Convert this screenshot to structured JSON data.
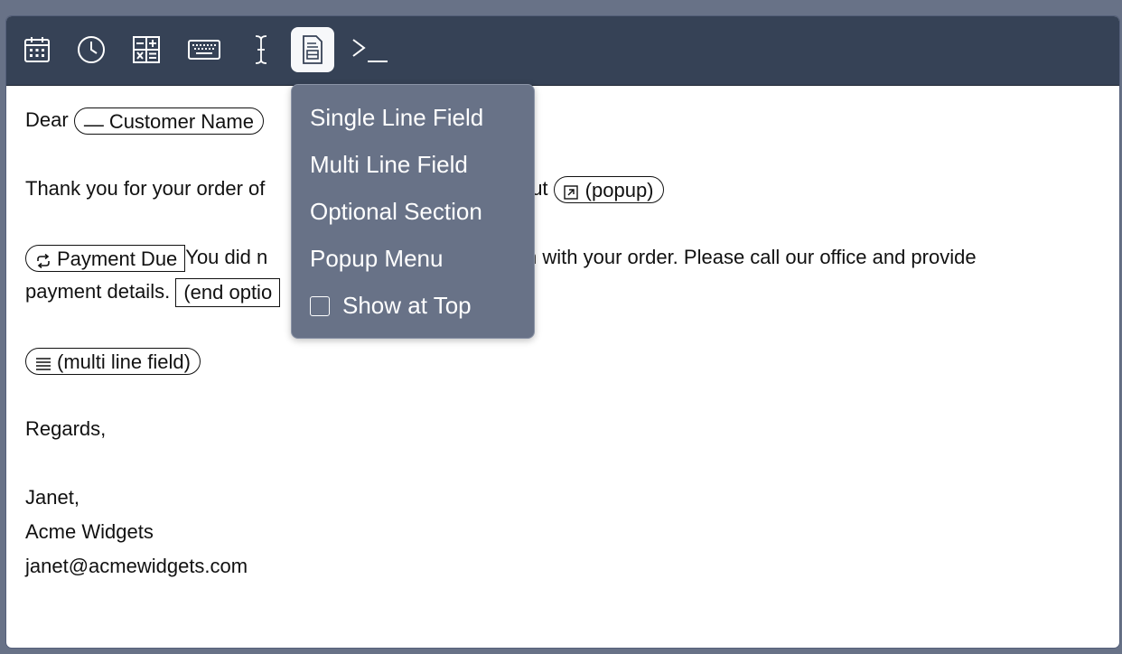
{
  "toolbar": {
    "buttons": [
      {
        "icon": "calendar-icon"
      },
      {
        "icon": "clock-icon"
      },
      {
        "icon": "calculator-icon"
      },
      {
        "icon": "keyboard-icon"
      },
      {
        "icon": "text-cursor-icon"
      },
      {
        "icon": "form-icon",
        "active": true
      },
      {
        "icon": "terminal-icon"
      }
    ]
  },
  "editor": {
    "dear": "Dear",
    "customer_name_field": "Customer Name",
    "line1_start": "Thank you for your order of",
    "line1_end": "p out",
    "popup_field": "(popup)",
    "payment_due_field": "Payment Due",
    "line2_start": "You did n",
    "line2_end": "mation with your order.  Please call our office and provide",
    "line3_start": "payment details.",
    "end_optional": "(end optio",
    "multi_line_field": "(multi line field)",
    "regards": "Regards,",
    "signature_name": "Janet,",
    "signature_company": "Acme Widgets",
    "signature_email": "janet@acmewidgets.com"
  },
  "menu": {
    "items": [
      {
        "label": "Single Line Field"
      },
      {
        "label": "Multi Line Field"
      },
      {
        "label": "Optional Section"
      },
      {
        "label": "Popup Menu"
      }
    ],
    "show_at_top": {
      "label": "Show at Top",
      "checked": false
    }
  },
  "colors": {
    "background": "#687287",
    "toolbar": "#364256",
    "menu": "#687287",
    "active_button": "#f7f8fa"
  }
}
